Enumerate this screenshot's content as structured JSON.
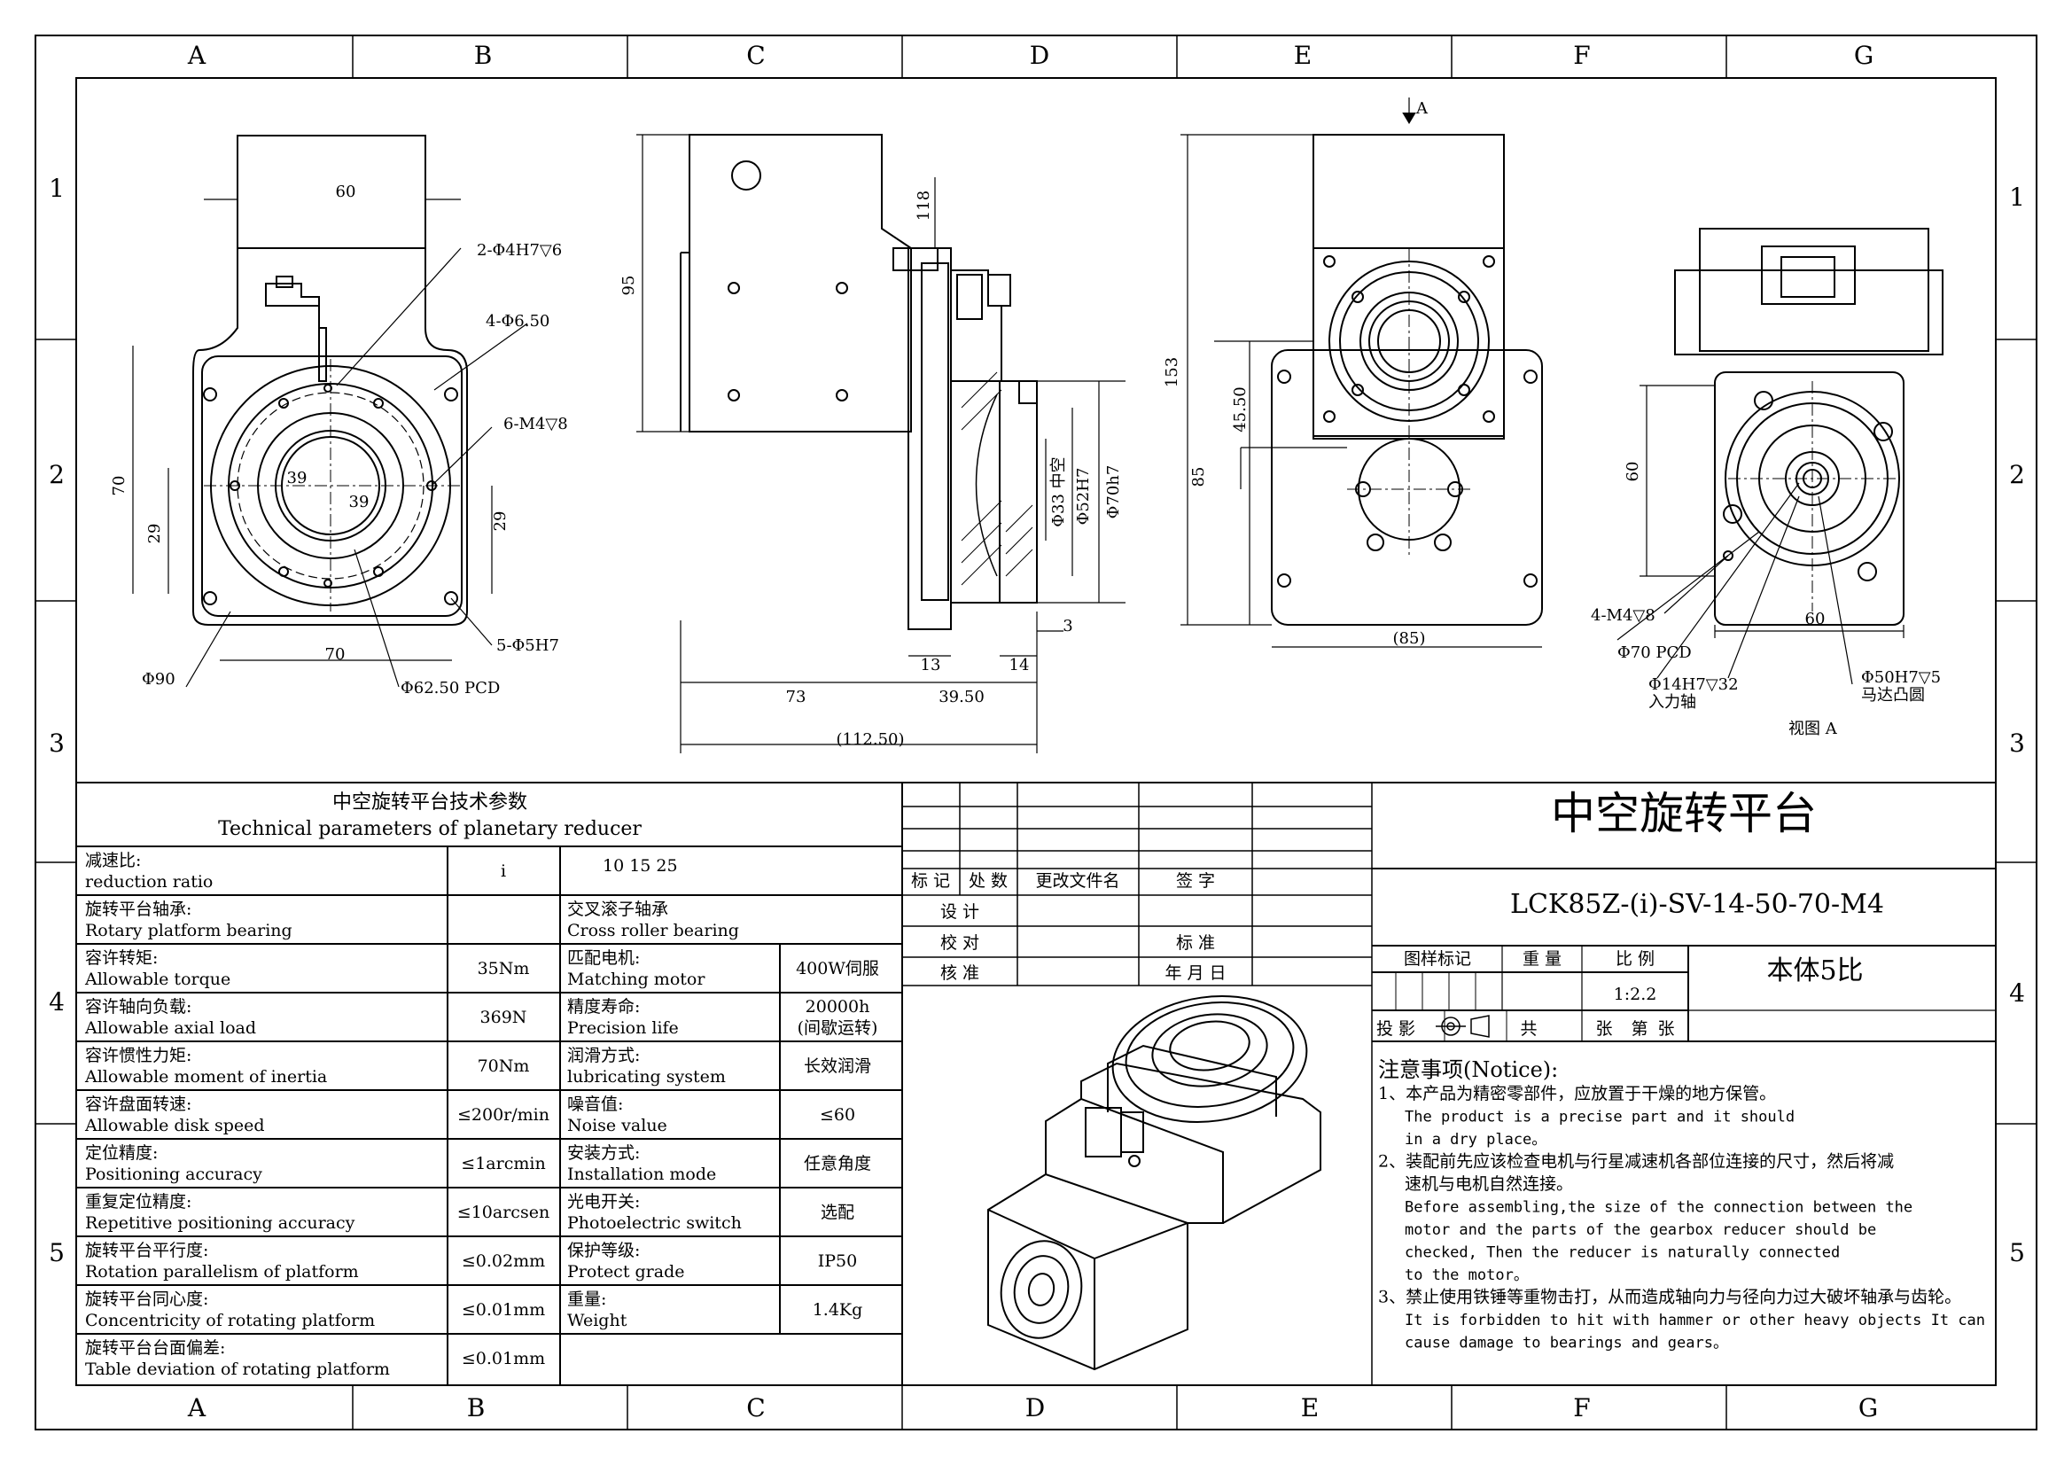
{
  "border": {
    "columns": [
      "A",
      "B",
      "C",
      "D",
      "E",
      "F",
      "G"
    ],
    "rows": [
      "1",
      "2",
      "3",
      "4",
      "5"
    ]
  },
  "views": {
    "front": {
      "dims": [
        "60",
        "2-Φ4H7▽6",
        "4-Φ6.50",
        "6-M4▽8",
        "70",
        "29",
        "39",
        "39",
        "29",
        "70",
        "5-Φ5H7",
        "Φ90",
        "Φ62.50 PCD"
      ]
    },
    "side": {
      "dims": [
        "95",
        "118",
        "Φ33 中空",
        "Φ52H7",
        "Φ70h7",
        "3",
        "13",
        "14",
        "73",
        "39.50",
        "(112.50)"
      ]
    },
    "rear": {
      "marker": "A",
      "dims": [
        "153",
        "45.50",
        "85",
        "(85)"
      ]
    },
    "motor": {
      "dims": [
        "60",
        "60",
        "4-M4▽8",
        "Φ70 PCD",
        "Φ14H7▽32",
        "入力轴",
        "Φ50H7▽5",
        "马达凸圆"
      ],
      "caption": "视图 A"
    }
  },
  "params": {
    "title_cn": "中空旋转平台技术参数",
    "title_en": "Technical parameters of planetary reducer",
    "rows": [
      {
        "cn": "减速比:",
        "en": "reduction ratio",
        "val": "i",
        "c2cn": "",
        "c2en": "",
        "c2val": "10  15  25",
        "span": true
      },
      {
        "cn": "旋转平台轴承:",
        "en": "Rotary platform bearing",
        "val": "",
        "c2cn": "交叉滚子轴承",
        "c2en": "Cross roller bearing",
        "c2val": "",
        "span": true
      },
      {
        "cn": "容许转矩:",
        "en": "Allowable torque",
        "val": "35Nm",
        "c2cn": "匹配电机:",
        "c2en": "Matching motor",
        "c2val": "400W伺服"
      },
      {
        "cn": "容许轴向负载:",
        "en": "Allowable axial load",
        "val": "369N",
        "c2cn": "精度寿命:",
        "c2en": "Precision life",
        "c2val": "20000h",
        "c2val2": "(间歇运转)"
      },
      {
        "cn": "容许惯性力矩:",
        "en": "Allowable moment of inertia",
        "val": "70Nm",
        "c2cn": "润滑方式:",
        "c2en": "lubricating system",
        "c2val": "长效润滑"
      },
      {
        "cn": "容许盘面转速:",
        "en": "Allowable disk speed",
        "val": "≤200r/min",
        "c2cn": "噪音值:",
        "c2en": "Noise value",
        "c2val": "≤60"
      },
      {
        "cn": "定位精度:",
        "en": "Positioning accuracy",
        "val": "≤1arcmin",
        "c2cn": "安装方式:",
        "c2en": "Installation mode",
        "c2val": "任意角度"
      },
      {
        "cn": "重复定位精度:",
        "en": "Repetitive positioning accuracy",
        "val": "≤10arcsen",
        "c2cn": "光电开关:",
        "c2en": "Photoelectric switch",
        "c2val": "选配"
      },
      {
        "cn": "旋转平台平行度:",
        "en": "Rotation parallelism of platform",
        "val": "≤0.02mm",
        "c2cn": "保护等级:",
        "c2en": "Protect grade",
        "c2val": "IP50"
      },
      {
        "cn": "旋转平台同心度:",
        "en": "Concentricity of rotating platform",
        "val": "≤0.01mm",
        "c2cn": "重量:",
        "c2en": "Weight",
        "c2val": "1.4Kg"
      },
      {
        "cn": "旋转平台台面偏差:",
        "en": "Table deviation of rotating platform",
        "val": "≤0.01mm",
        "c2cn": "",
        "c2en": "",
        "c2val": ""
      }
    ]
  },
  "revision": {
    "headers": [
      "标 记",
      "处 数",
      "更改文件名",
      "签  字"
    ],
    "rows": [
      [
        "设  计",
        ""
      ],
      [
        "校  对",
        "标  准"
      ],
      [
        "核  准",
        "年 月 日"
      ]
    ]
  },
  "titleblock": {
    "title": "中空旋转平台",
    "model": "LCK85Z-(i)-SV-14-50-70-M4",
    "headers": [
      "图样标记",
      "重 量",
      "比  例"
    ],
    "scale": "1:2.2",
    "material": "本体5比",
    "projection": "投 影",
    "sheets": [
      "共",
      "张",
      "第",
      "张"
    ]
  },
  "notice": {
    "title": "注意事项(Notice):",
    "lines": [
      "1、本产品为精密零部件，应放置于干燥的地方保管。",
      "The product is a precise part and it should",
      "in a dry place。",
      "2、装配前先应该检查电机与行星减速机各部位连接的尺寸，然后将减",
      "速机与电机自然连接。",
      "Before assembling,the size of the connection between the",
      "motor and the parts of the gearbox reducer should be",
      "checked, Then the reducer is naturally connected",
      "to the motor。",
      "3、禁止使用铁锤等重物击打，从而造成轴向力与径向力过大破坏轴承与齿轮。",
      "It is forbidden to hit with hammer or other heavy objects It can",
      "cause damage to bearings and gears。"
    ]
  }
}
